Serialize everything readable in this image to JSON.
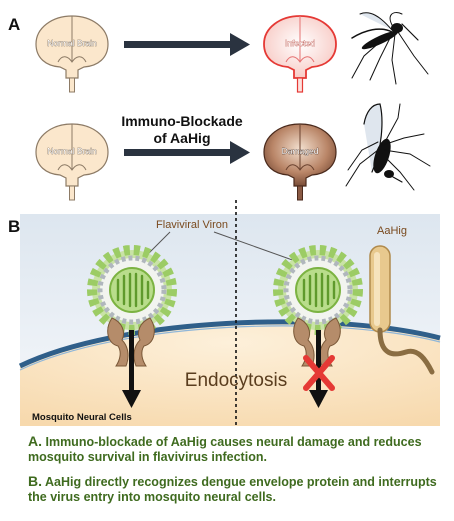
{
  "panel_a": {
    "label": "A",
    "row1": {
      "left_brain": "Normal Brain",
      "right_brain": "Infected"
    },
    "row2": {
      "left_brain": "Normal Brain",
      "arrow_label_1": "Immuno-Blockade",
      "arrow_label_2": "of AaHig",
      "right_brain": "Damaged"
    }
  },
  "panel_b": {
    "label": "B",
    "virion_label": "Flaviviral Viron",
    "aahig_label": "AaHig",
    "endocytosis_label": "Endocytosis",
    "cell_label": "Mosquito Neural Cells"
  },
  "captions": {
    "a_letter": "A.",
    "a_text": "Immuno-blockade of AaHig causes neural damage and reduces mosquito survival in flavivirus infection.",
    "b_letter": "B.",
    "b_text": "AaHig directly recognizes dengue envelope protein and interrupts the virus entry into mosquito neural cells."
  },
  "colors": {
    "caption_green": "#3f6b1f",
    "normal_brain_fill": "#fbe7cc",
    "infected_brain_fill": "#fde2de",
    "infected_outline": "#e53935",
    "damaged_brain": "#8a5a44",
    "cell_fill": "#fbe3c0",
    "membrane": "#2f5f8a",
    "virion_spikes": "#9ccc65",
    "x_mark": "#e53935"
  }
}
